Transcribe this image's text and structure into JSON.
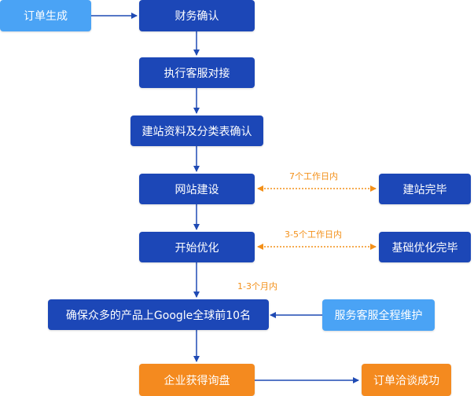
{
  "colors": {
    "primary": "#1c47b7",
    "light": "#4aa3f5",
    "orange": "#f48a1f",
    "arrow_blue": "#1f4ab4",
    "arrow_orange": "#f39019"
  },
  "nodes": {
    "order_created": "订单生成",
    "finance_confirm": "财务确认",
    "cs_handoff": "执行客服对接",
    "materials_confirm": "建站资料及分类表确认",
    "site_build": "网站建设",
    "site_done": "建站完毕",
    "start_optimize": "开始优化",
    "basic_optimize_done": "基础优化完毕",
    "google_top10": "确保众多的产品上Google全球前10名",
    "full_service": "服务客服全程维护",
    "inquiries": "企业获得询盘",
    "deal_success": "订单洽谈成功"
  },
  "notes": {
    "seven_days": "7个工作日内",
    "three_five_days": "3-5个工作日内",
    "one_three_months": "1-3个月内"
  }
}
